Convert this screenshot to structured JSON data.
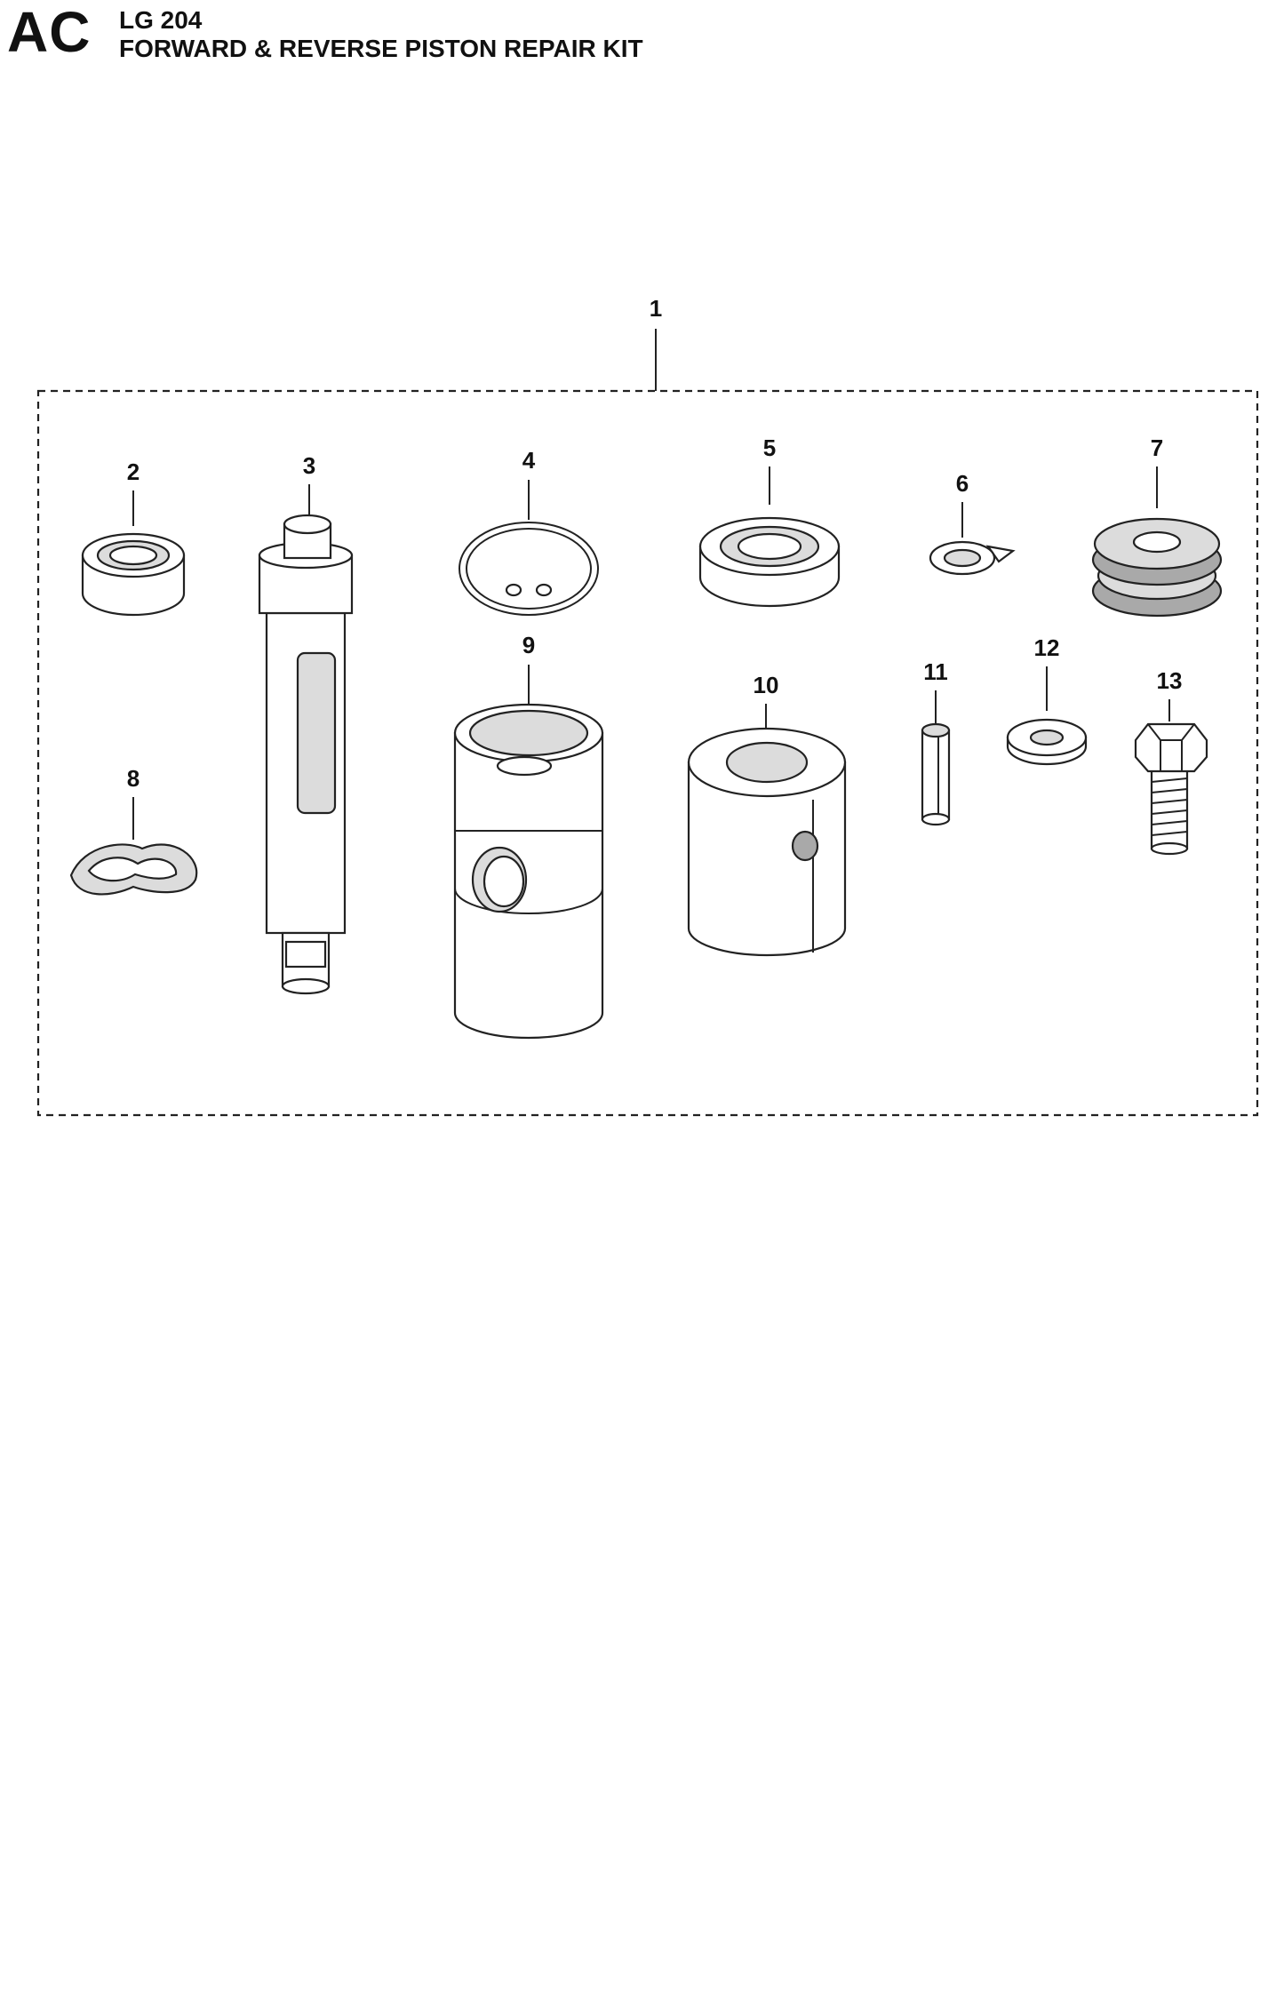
{
  "header": {
    "code": "AC",
    "model": "LG 204",
    "title": "FORWARD & REVERSE PISTON REPAIR KIT"
  },
  "callouts": {
    "kit": "1",
    "bearing": "2",
    "shaft": "3",
    "retaining_ring": "4",
    "seal_bearing": "5",
    "tab_washer": "6",
    "piston_seal": "7",
    "wave_washer": "8",
    "piston_sleeve": "9",
    "piston_block": "10",
    "roll_pin": "11",
    "washer": "12",
    "bolt": "13"
  }
}
